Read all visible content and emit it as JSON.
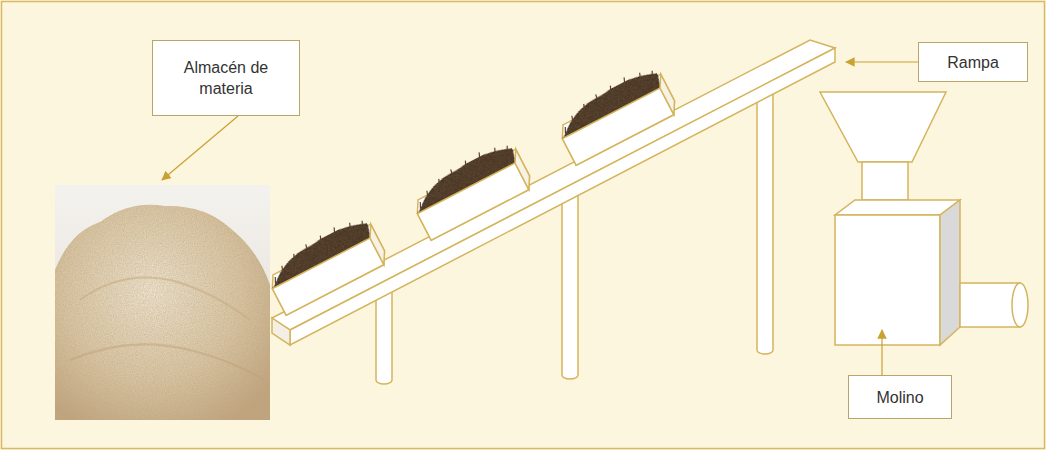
{
  "diagram": {
    "nodes": [
      {
        "text": [
          "Almacén de materia"
        ]
      },
      {
        "text": [
          "Rampa"
        ]
      },
      {
        "text": [
          "Molino"
        ]
      }
    ]
  }
}
